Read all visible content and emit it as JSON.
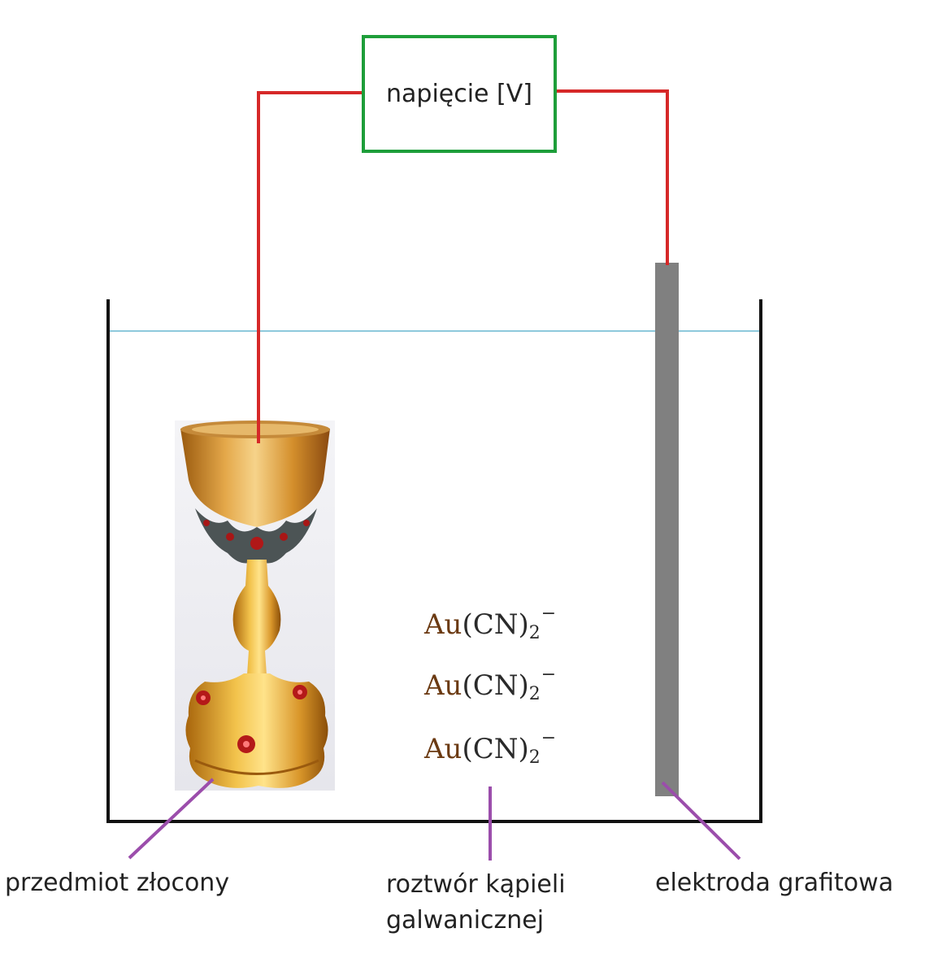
{
  "meter": {
    "label": "napięcie [V]"
  },
  "ions": [
    {
      "element": "Au",
      "ligand": "(CN)",
      "subscript": "2",
      "charge": "−"
    },
    {
      "element": "Au",
      "ligand": "(CN)",
      "subscript": "2",
      "charge": "−"
    },
    {
      "element": "Au",
      "ligand": "(CN)",
      "subscript": "2",
      "charge": "−"
    }
  ],
  "labels": {
    "object": "przedmiot złocony",
    "solution_line1": "roztwór kąpieli",
    "solution_line2": "galwanicznej",
    "electrode": "elektroda grafitowa"
  },
  "colors": {
    "wire": "#d62828",
    "meter_border": "#1e9e3a",
    "electrode": "#808080",
    "water_line": "#8ec9dc",
    "pointer": "#9b4dab",
    "gold": "#d99a1e"
  },
  "icons": {
    "object": "gold-chalice-photo"
  }
}
